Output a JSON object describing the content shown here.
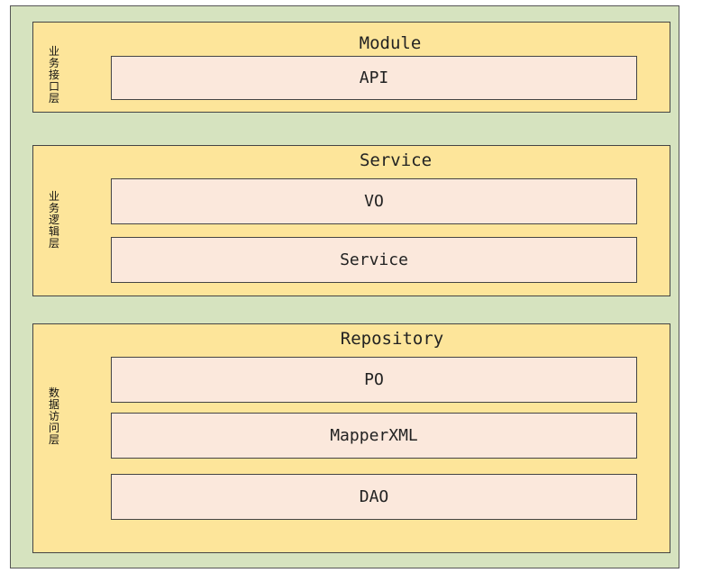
{
  "layers": [
    {
      "title": "Module",
      "side_label": "业务接口层",
      "boxes": [
        "API"
      ]
    },
    {
      "title": "Service",
      "side_label": "业务逻辑层",
      "boxes": [
        "VO",
        "Service"
      ]
    },
    {
      "title": "Repository",
      "side_label": "数据访问层",
      "boxes": [
        "PO",
        "MapperXML",
        "DAO"
      ]
    }
  ],
  "colors": {
    "background": "#d6e3bf",
    "layer_fill": "#fde59a",
    "box_fill": "#fbe8dc",
    "border": "#444444"
  }
}
